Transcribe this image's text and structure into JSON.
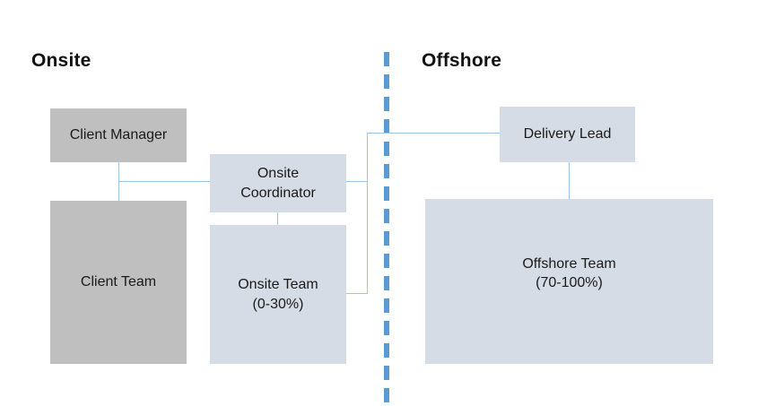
{
  "diagram": {
    "title_left": "Onsite",
    "title_right": "Offshore",
    "colors": {
      "client_box_fill": "#bfbfbf",
      "delivery_box_fill": "#d6dce5",
      "connector": "#9dc3e6",
      "divider": "#5b9bd5",
      "text": "#1a1a1a",
      "background": "#ffffff"
    },
    "nodes": {
      "client_manager": "Client Manager",
      "client_team": "Client Team",
      "onsite_coordinator_line1": "Onsite",
      "onsite_coordinator_line2": "Coordinator",
      "onsite_team_line1": "Onsite Team",
      "onsite_team_line2": "(0-30%)",
      "delivery_lead": "Delivery Lead",
      "offshore_team_line1": "Offshore Team",
      "offshore_team_line2": "(70-100%)"
    },
    "allocations": {
      "onsite_team_percent_range": "0-30%",
      "offshore_team_percent_range": "70-100%"
    }
  }
}
